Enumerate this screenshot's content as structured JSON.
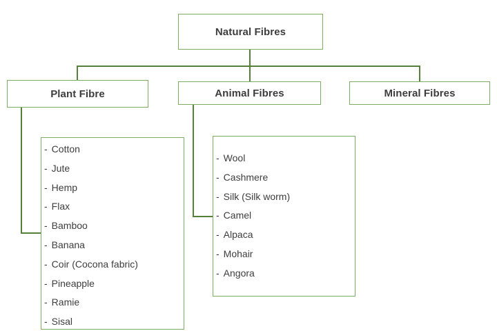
{
  "diagram": {
    "root": {
      "label": "Natural Fibres"
    },
    "branches": [
      {
        "label": "Plant Fibre"
      },
      {
        "label": "Animal Fibres"
      },
      {
        "label": "Mineral Fibres"
      }
    ],
    "item_prefix": "-",
    "plant_list": {
      "items": [
        "Cotton",
        "Jute",
        "Hemp",
        "Flax",
        "Bamboo",
        "Banana",
        "Coir (Cocona fabric)",
        "Pineapple",
        "Ramie",
        "Sisal"
      ]
    },
    "animal_list": {
      "items": [
        "Wool",
        "Cashmere",
        "Silk (Silk worm)",
        "Camel",
        "Alpaca",
        "Mohair",
        "Angora"
      ]
    },
    "colors": {
      "box_border_green": "#7dac5e",
      "connector_green": "#54803a",
      "text_gray": "#3d3d3d",
      "background": "#ffffff"
    }
  }
}
